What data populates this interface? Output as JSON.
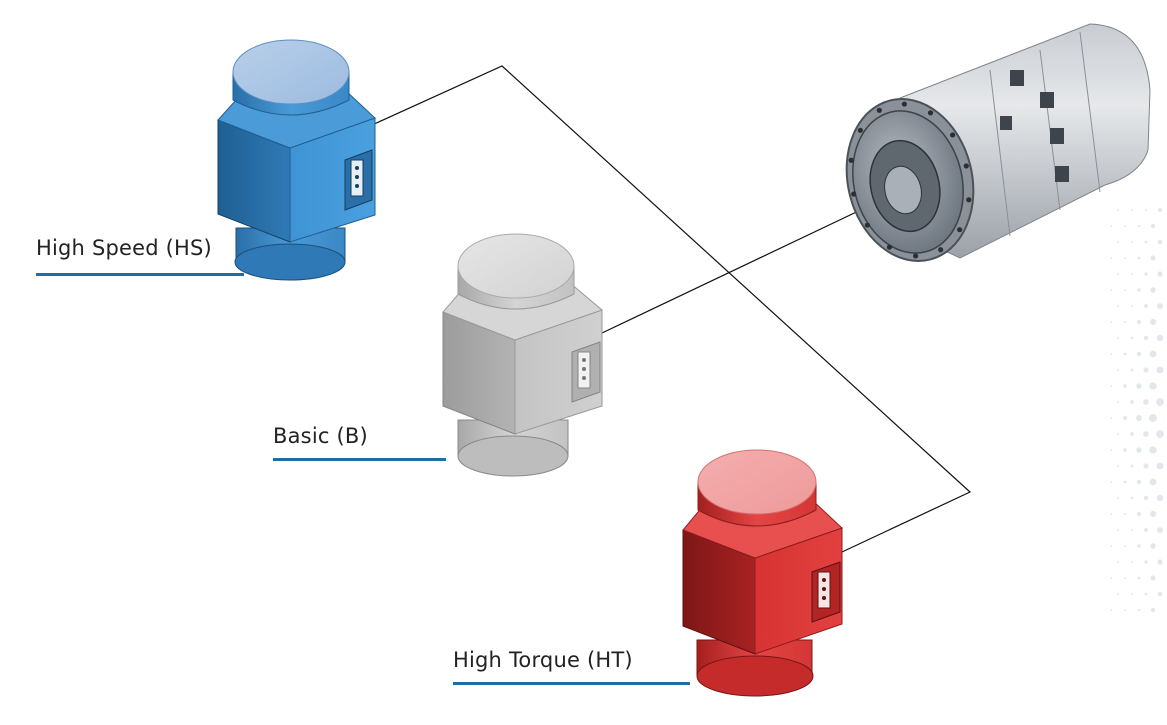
{
  "variants": [
    {
      "id": "hs",
      "label": "High Speed (HS)",
      "color": "#3b8fd0"
    },
    {
      "id": "b",
      "label": "Basic (B)",
      "color": "#bfbfbf"
    },
    {
      "id": "ht",
      "label": "High Torque (HT)",
      "color": "#e03a3a"
    }
  ],
  "accent_color": "#1c6ea4"
}
